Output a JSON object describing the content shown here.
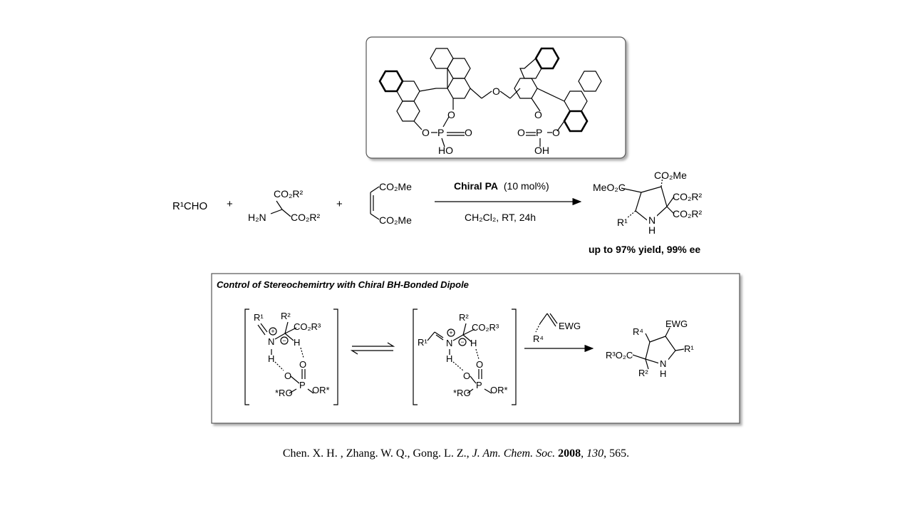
{
  "catalyst": {
    "ho_left": "HO",
    "oh_right": "OH",
    "o": "O",
    "p": "P",
    "eq_o": "=O",
    "o_eq": "O="
  },
  "reaction": {
    "aldehyde": "R¹CHO",
    "plus": "+",
    "malonate_top": "CO₂R²",
    "malonate_amine": "H₂N",
    "malonate_bottom": "CO₂R²",
    "maleate_top": "CO₂Me",
    "maleate_bottom": "CO₂Me",
    "catalyst_name": "Chiral PA",
    "catalyst_loading": "(10 mol%)",
    "conditions": "CH₂Cl₂, RT, 24h",
    "product_meo2c": "MeO₂C",
    "product_co2me": "CO₂Me",
    "product_co2r2_a": "CO₂R²",
    "product_co2r2_b": "CO₂R²",
    "product_r1": "R¹",
    "product_n": "N",
    "product_h": "H",
    "result": "up to 97% yield, 99% ee"
  },
  "mechanism": {
    "title": "Control of Stereochemirtry with Chiral BH-Bonded Dipole",
    "ts1": {
      "r1": "R¹",
      "r2": "R²",
      "co2r3": "CO₂R³",
      "n": "N",
      "h_top": "H",
      "h_bottom": "H",
      "o1": "O",
      "o2": "O",
      "p": "P",
      "ro": "*RO",
      "or": "OR*"
    },
    "ts2": {
      "r1": "R¹",
      "r2": "R²",
      "co2r3": "CO₂R³",
      "n": "N",
      "h_top": "H",
      "h_bottom": "H",
      "o1": "O",
      "o2": "O",
      "p": "P",
      "ro": "*RO",
      "or": "OR*"
    },
    "reagent_ewg": "EWG",
    "reagent_r4": "R⁴",
    "product": {
      "r4": "R⁴",
      "ewg": "EWG",
      "r3o2c": "R³O₂C",
      "r1": "R¹",
      "r2": "R²",
      "n": "N",
      "h": "H"
    }
  },
  "citation": {
    "authors": "Chen. X. H. , Zhang. W. Q., Gong. L. Z., ",
    "journal": "J. Am. Chem. Soc.",
    "year": "2008",
    "volume": "130",
    "pages": ", 565."
  }
}
